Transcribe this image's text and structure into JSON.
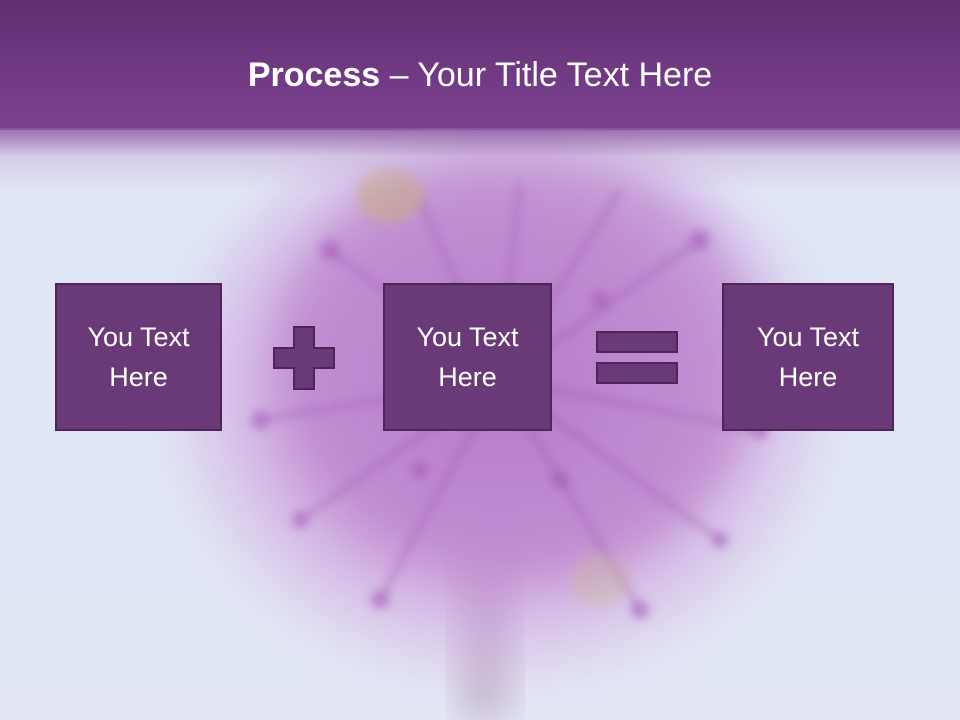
{
  "slide": {
    "title_bold": "Process",
    "title_rest": " – Your Title Text Here"
  },
  "process": {
    "steps": [
      {
        "text": "You Text Here"
      },
      {
        "text": "You Text Here"
      },
      {
        "text": "You Text Here"
      }
    ],
    "operators": [
      "plus-icon",
      "equals-icon"
    ]
  },
  "colors": {
    "header": "#6e3880",
    "box_fill": "#6a3a78",
    "box_border": "#4e2459",
    "text": "#ffffff"
  },
  "background": {
    "image": "blurred-allium-flower-photo"
  }
}
